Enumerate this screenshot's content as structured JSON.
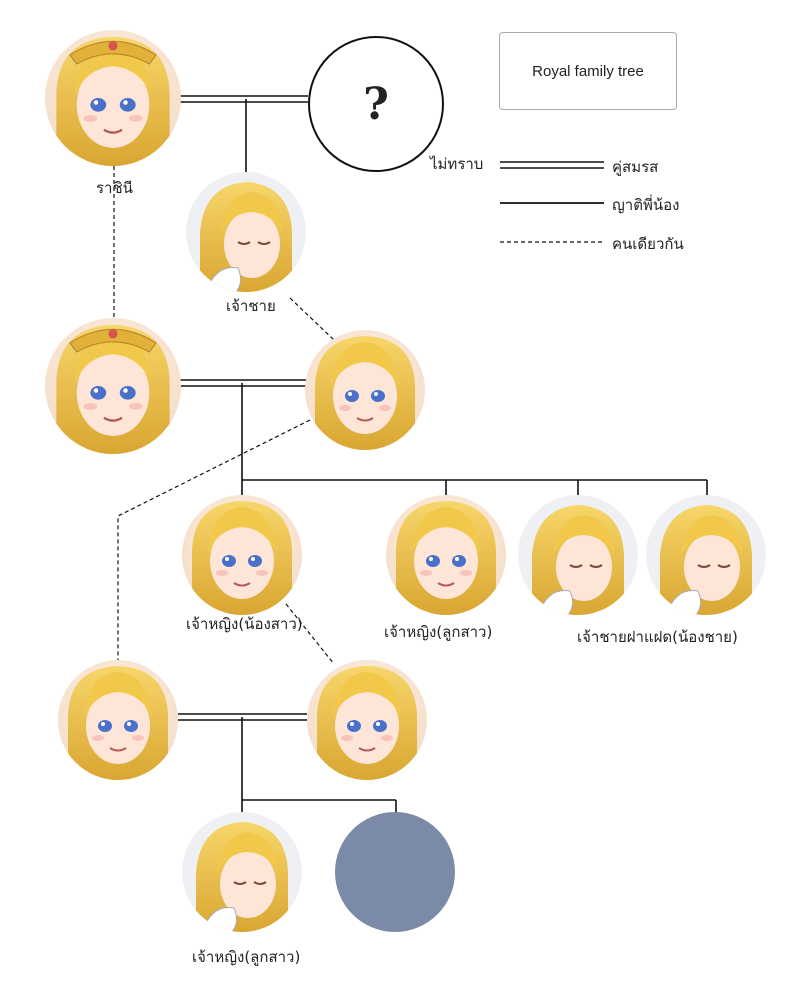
{
  "title": "Royal family tree",
  "unknown_mark": "?",
  "unknown_label": "ไม่ทราบ",
  "legend": {
    "spouse": "คู่สมรส",
    "sibling": "ญาติพี่น้อง",
    "same_person": "คนเดียวกัน"
  },
  "labels": {
    "queen": "ราชินี",
    "prince": "เจ้าชาย",
    "princess_sister": "เจ้าหญิง(น้องสาว)",
    "princess_daughter": "เจ้าหญิง(ลูกสาว)",
    "twin_princes": "เจ้าชายฝาแฝด(น้องชาย)",
    "princess_daughter_bottom": "เจ้าหญิง(ลูกสาว)"
  },
  "colors": {
    "hair": "#f2c84b",
    "hair_shade": "#d9a632",
    "skin": "#fde6d8",
    "eye": "#4a70c9",
    "crown": "#e2b13a",
    "placeholder": "#7b8aa7",
    "line": "#111111"
  }
}
